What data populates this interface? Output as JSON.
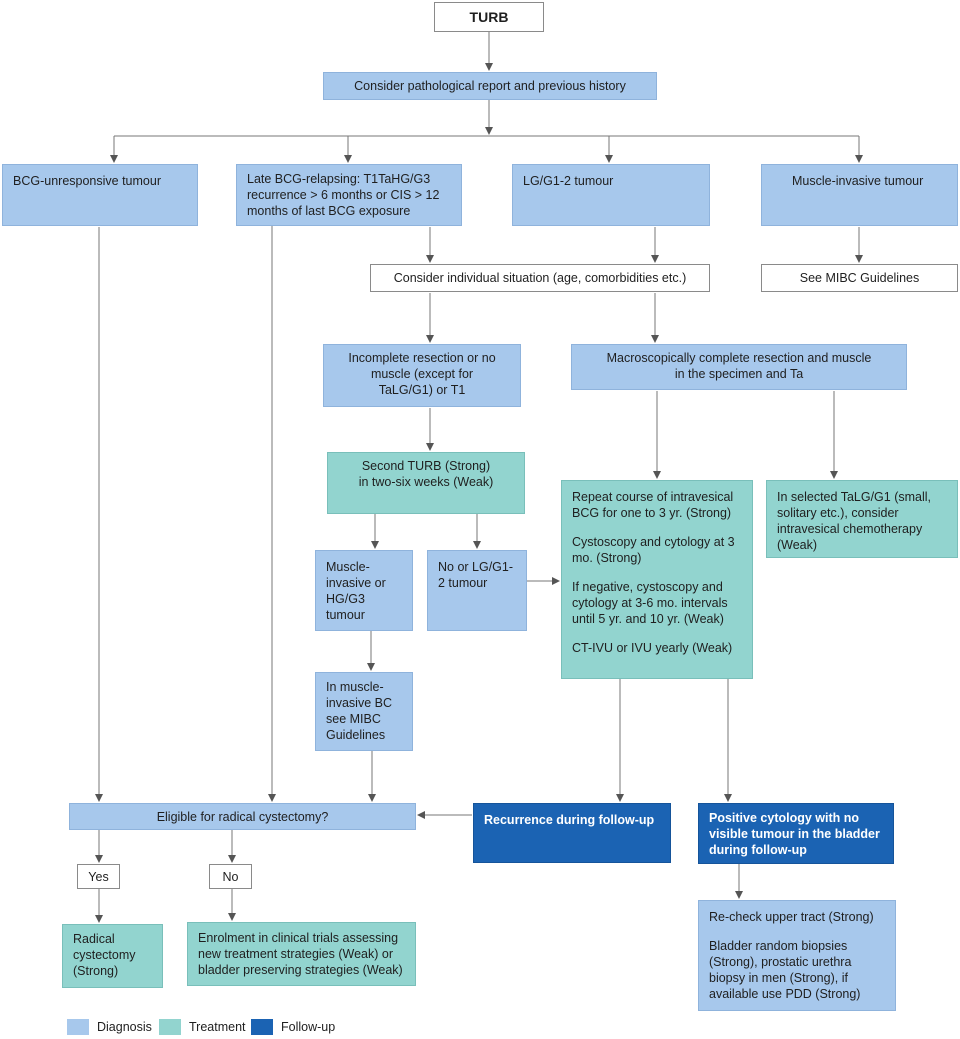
{
  "nodes": {
    "turb": "TURB",
    "consider_report": "Consider pathological report and previous history",
    "bcg_unresponsive": "BCG-unresponsive tumour",
    "late_bcg": "Late BCG-relapsing: T1TaHG/G3 recurrence > 6 months or CIS > 12 months of last BCG exposure",
    "lg_tumour": "LG/G1-2 tumour",
    "muscle_invasive": "Muscle-invasive tumour",
    "consider_individual": "Consider individual situation (age, comorbidities etc.)",
    "see_mibc": "See MIBC Guidelines",
    "incomplete_resection": "Incomplete resection or no muscle (except for TaLG/G1) or T1",
    "macro_complete": "Macroscopically complete resection and muscle in the specimen and Ta",
    "second_turb": "Second TURB (Strong) in two-six weeks (Weak)",
    "repeat_bcg": [
      "Repeat course of  intravesical BCG for one to 3 yr. (Strong)",
      "Cystoscopy and cytology at 3 mo. (Strong)",
      "If negative, cystoscopy and cytology at 3-6 mo. intervals until 5 yr. and 10 yr. (Weak)",
      "CT-IVU or IVU yearly (Weak)"
    ],
    "selected_talg": "In selected TaLG/G1 (small, solitary etc.), consider intravesical chemotherapy (Weak)",
    "muscle_hg": "Muscle-invasive or HG/G3 tumour",
    "no_lg": "No or LG/G1-2 tumour",
    "in_muscle_bc": "In muscle-invasive BC see MIBC Guidelines",
    "eligible": "Eligible for radical cystectomy?",
    "recurrence": "Recurrence during follow-up",
    "positive_cytology": "Positive cytology with no visible tumour in the bladder during follow-up",
    "yes": "Yes",
    "no": "No",
    "radical_cystectomy": "Radical cystectomy (Strong)",
    "enrolment": "Enrolment in clinical trials assessing new treatment strategies (Weak) or bladder preserving strategies (Weak)",
    "recheck": [
      "Re-check upper tract (Strong)",
      "Bladder random biopsies (Strong), prostatic urethra biopsy in men (Strong), if available use PDD (Strong)"
    ]
  },
  "legend": {
    "diagnosis": "Diagnosis",
    "treatment": "Treatment",
    "followup": "Follow-up"
  },
  "colors": {
    "diagnosis": "#a7c8ec",
    "treatment": "#92d4cf",
    "followup": "#1b63b3",
    "arrow": "#555555"
  }
}
